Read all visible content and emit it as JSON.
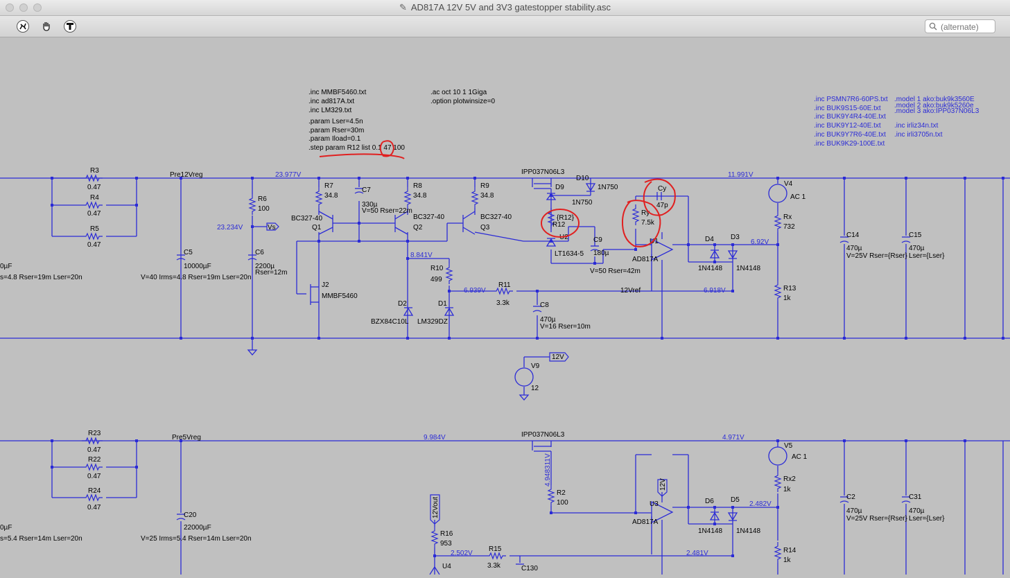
{
  "window": {
    "title": "AD817A 12V 5V and 3V3 gatestopper stability.asc"
  },
  "toolbar": {
    "search_placeholder": "(alternate)"
  },
  "directives": {
    "inc_block": [
      ".inc MMBF5460.txt",
      ".inc ad817A.txt",
      ".inc LM329.txt",
      ".param Lser=4.5n",
      ".param Rser=30m",
      ".param Iload=0.1",
      ".step param R12 list 0.1 47 100"
    ],
    "ac_block": [
      ".ac oct 10 1 1Giga",
      ".option plotwinsize=0"
    ],
    "inc_right": [
      ".inc PSMN7R6-60PS.txt",
      ".inc BUK9S15-60E.txt",
      ".inc BUK9Y4R4-40E.txt",
      ".inc BUK9Y12-40E.txt",
      ".inc BUK9Y7R6-40E.txt",
      ".inc BUK9K29-100E.txt"
    ],
    "model_block": [
      ".model 1 ako:buk9k3560E",
      ".model 2 ako:buk9k5260e",
      ".model 3 ako:IPP037N06L3"
    ],
    "inc_irl": [
      ".inc irliz34n.txt",
      ".inc irli3705n.txt"
    ]
  },
  "net_labels": {
    "v23977": "23.977V",
    "v11991": "11.991V",
    "v23234": "23.234V",
    "v8841": "8.841V",
    "v6939": "6.939V",
    "v6918": "6.918V",
    "v692": "6.92V",
    "v9984": "9.984V",
    "v4971": "4.971V",
    "v2482": "2.482V",
    "v2502": "2.502V",
    "v2481": "2.481V",
    "v4948": "4.948311V"
  },
  "flags": {
    "pre12": "Pre12Vreg",
    "pre5": "Pre5Vreg",
    "vs": "Vs",
    "v12": "12V",
    "v12out": "12Vout",
    "ref12": "12Vref"
  },
  "components": {
    "R3": "R3",
    "R3v": "0.47",
    "R4": "R4",
    "R4v": "0.47",
    "R5": "R5",
    "R5v": "0.47",
    "R6": "R6",
    "R6v": "100",
    "C5": "C5",
    "C5v": "10000µF",
    "C5p": "V=40 Irms=4.8 Rser=19m Lser=20n",
    "C6": "C6",
    "C6v": "2200µ",
    "C6p": "Rser=12m",
    "left1": "0µF",
    "left2": "s=4.8 Rser=19m Lser=20n",
    "R7": "R7",
    "R7v": "34.8",
    "C7": "C7",
    "C7v": "330µ",
    "C7p": "V=50 Rser=22m",
    "R8": "R8",
    "R8v": "34.8",
    "R9": "R9",
    "R9v": "34.8",
    "Q1m": "BC327-40",
    "Q1": "Q1",
    "Q2m": "BC327-40",
    "Q2": "Q2",
    "Q3m": "BC327-40",
    "Q3": "Q3",
    "J2": "J2",
    "J2m": "MMBF5460",
    "R10": "R10",
    "R10v": "499",
    "D2": "D2",
    "D2m": "BZX84C10L",
    "D1": "D1",
    "D1m": "LM329DZ",
    "R11": "R11",
    "R11v": "3.3k",
    "C8": "C8",
    "C8v": "470µ",
    "C8p": "V=16 Rser=10m",
    "M1m": "IPP037N06L3",
    "D9": "D9",
    "D9m": "1N750",
    "D10": "D10",
    "D10m": "1N750",
    "R12": "R12",
    "R12v": "{R12}",
    "U2": "U2",
    "U2m": "LT1634-5",
    "C9": "C9",
    "C9v": "180µ",
    "C9p": "V=50 Rser=42m",
    "Cy": "Cy",
    "Cyv": "47p",
    "Ry": "Ry",
    "Ryv": "7.5k",
    "U1": "U1",
    "U1m": "AD817A",
    "D4": "D4",
    "D4m": "1N4148",
    "D3": "D3",
    "D3m": "1N4148",
    "V4": "V4",
    "V4v": "AC 1",
    "Rx": "Rx",
    "Rxv": "732",
    "R13": "R13",
    "R13v": "1k",
    "C14": "C14",
    "C14v": "470µ",
    "C14p": "V=25V Rser={Rser}",
    "C15": "C15",
    "C15v": "470µ",
    "C15p": "Lser={Lser}",
    "V9": "V9",
    "V9v": "12",
    "R23": "R23",
    "R23v": "0.47",
    "R22": "R22",
    "R22v": "0.47",
    "R24": "R24",
    "R24v": "0.47",
    "C20": "C20",
    "C20v": "22000µF",
    "C20p": "V=25 Irms=5.4 Rser=14m Lser=20n",
    "left3": "0µF",
    "left4": "s=5.4 Rser=14m Lser=20n",
    "M2m": "IPP037N06L3",
    "R2": "R2",
    "R2v": "100",
    "U3": "U3",
    "U3m": "AD817A",
    "D6": "D6",
    "D6m": "1N4148",
    "D5": "D5",
    "D5m": "1N4148",
    "V5": "V5",
    "V5v": "AC 1",
    "Rx2": "Rx2",
    "Rx2v": "1k",
    "R14": "R14",
    "R14v": "1k",
    "C2": "C2",
    "C2v": "470µ",
    "C2p": "V=25V Rser={Rser}",
    "C31": "C31",
    "C31v": "470µ",
    "C31p": "Lser={Lser}",
    "R16": "R16",
    "R16v": "953",
    "R15": "R15",
    "R15v": "3.3k",
    "C130": "C130",
    "U4": "U4"
  },
  "colors": {
    "wire": "#2b2bd6",
    "annotation": "#e02020",
    "background": "#c0c0c0"
  },
  "icons": [
    "run-icon",
    "pan-hand-icon",
    "halt-icon",
    "search-icon"
  ]
}
